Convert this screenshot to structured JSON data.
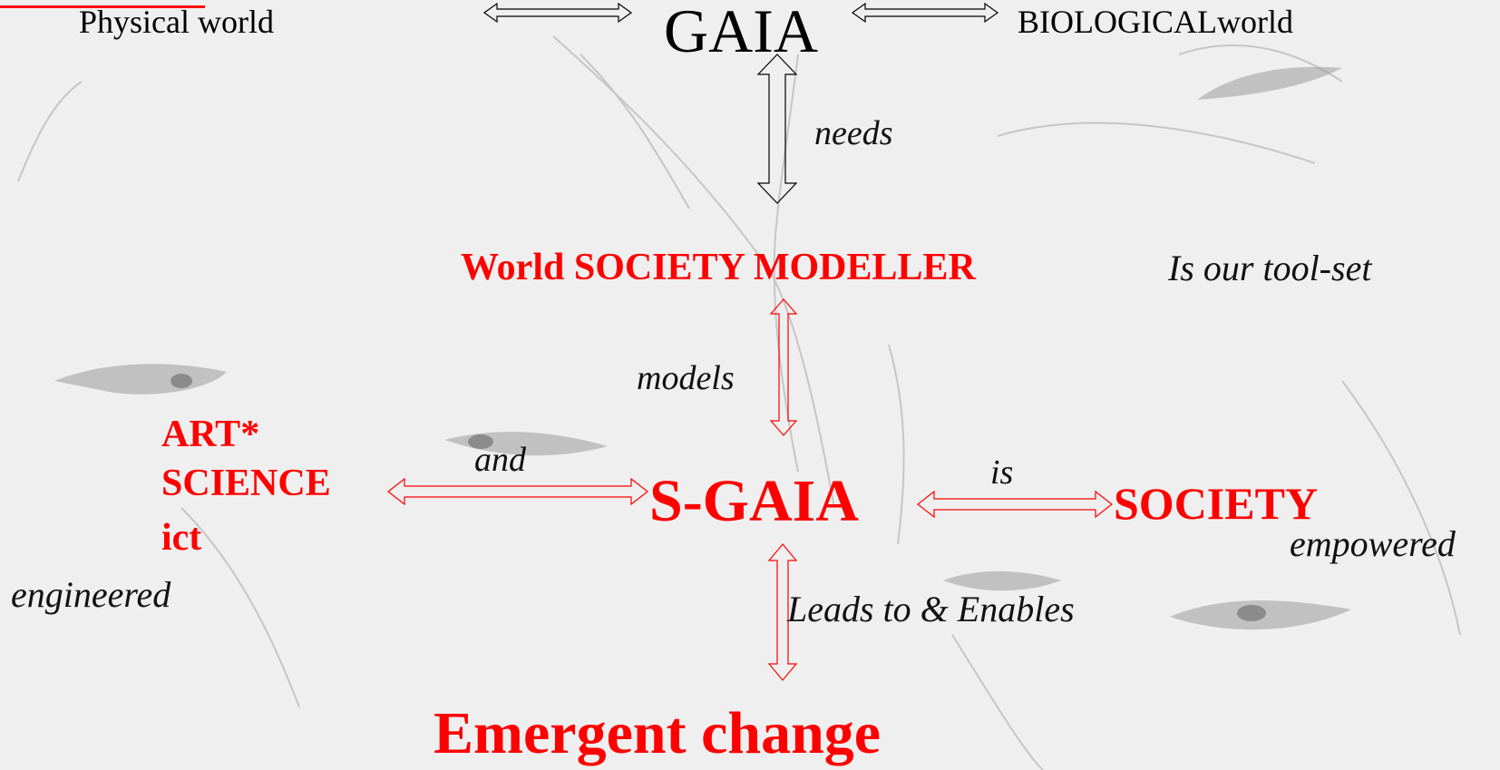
{
  "colors": {
    "background": "#efefef",
    "accent": "#ff0000",
    "text": "#000000",
    "sketch": "#8a8a8a"
  },
  "top": {
    "physical_world": "Physical world",
    "gaia": "GAIA",
    "biological_world": "BIOLOGICALworld"
  },
  "labels": {
    "needs": "needs",
    "models": "models",
    "and": "and",
    "is": "is",
    "leads_to": "Leads to & Enables",
    "tool_set": "Is our tool-set",
    "engineered": "engineered",
    "empowered": "empowered"
  },
  "center": {
    "modeller": "World SOCIETY MODELLER",
    "s_gaia": "S-GAIA",
    "society": "SOCIETY",
    "emergent": "Emergent change"
  },
  "left": {
    "art": "ART*",
    "science": "SCIENCE",
    "ict": "ict"
  },
  "icons": [
    "double-arrow-icon",
    "background-sketch-face"
  ]
}
